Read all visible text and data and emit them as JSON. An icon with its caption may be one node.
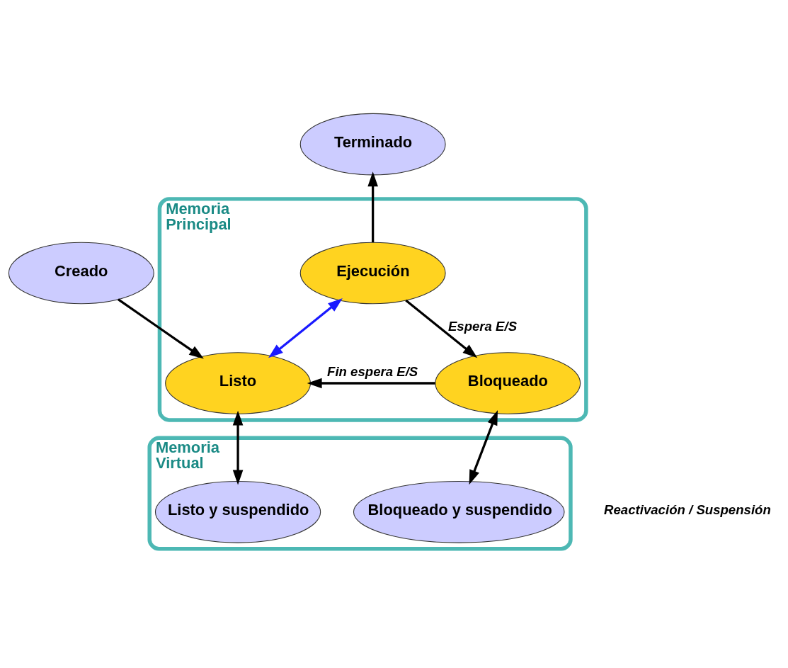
{
  "diagram": {
    "nodes": [
      {
        "text": [
          "Creado"
        ]
      },
      {
        "text": [
          "Terminado"
        ]
      },
      {
        "text": [
          "Memoria Principal"
        ]
      },
      {
        "text": [
          "Ejecución"
        ],
        "in": 2
      },
      {
        "text": [
          "Listo"
        ],
        "in": 2
      },
      {
        "text": [
          "Bloqueado"
        ],
        "in": 2
      },
      {
        "text": [
          "Memoria Virtual"
        ]
      },
      {
        "text": [
          "Listo y suspendido"
        ],
        "in": 6
      },
      {
        "text": [
          "Bloqueado y suspendido"
        ],
        "in": 6
      }
    ],
    "edges": [
      {
        "from": 0,
        "to": 4,
        "arrow": "to"
      },
      {
        "from": 3,
        "to": 1,
        "arrow": "to"
      },
      {
        "from": 4,
        "to": 3,
        "arrow": "both",
        "color": "#1a1aff"
      },
      {
        "from": 3,
        "to": 5,
        "arrow": "to",
        "label": "Espera E/S"
      },
      {
        "from": 5,
        "to": 4,
        "arrow": "to",
        "label": "Fin espera E/S"
      },
      {
        "from": 4,
        "to": 7,
        "arrow": "both"
      },
      {
        "from": 5,
        "to": 8,
        "arrow": "both"
      }
    ],
    "labels": [
      "Reactivación / Suspensión"
    ]
  }
}
